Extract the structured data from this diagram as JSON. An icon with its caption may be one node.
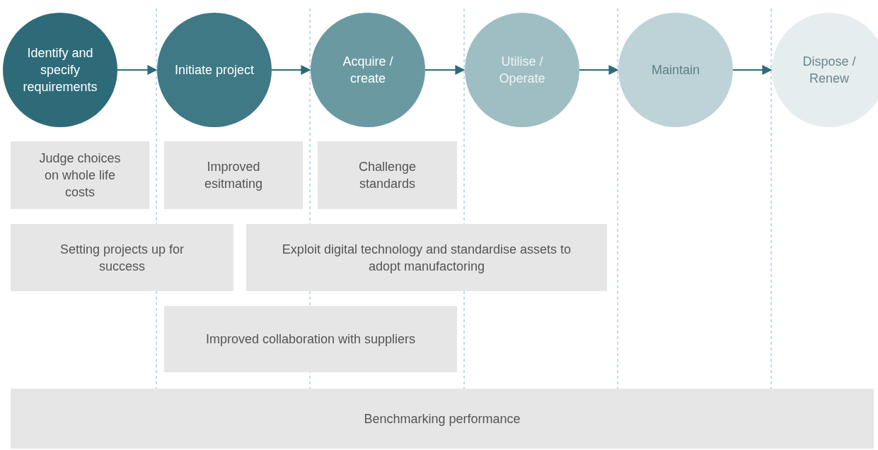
{
  "diagram": {
    "nodes": [
      {
        "text": [
          "Identify and specify requirements"
        ]
      },
      {
        "text": [
          "Initiate project"
        ]
      },
      {
        "text": [
          "Acquire / create"
        ]
      },
      {
        "text": [
          "Utilise / Operate"
        ]
      },
      {
        "text": [
          "Maintain"
        ]
      },
      {
        "text": [
          "Dispose / Renew"
        ]
      },
      {
        "text": [
          "Judge choices on whole life costs"
        ]
      },
      {
        "text": [
          "Improved esitmating"
        ]
      },
      {
        "text": [
          "Challenge standards"
        ]
      },
      {
        "text": [
          "Setting projects up for success"
        ]
      },
      {
        "text": [
          "Exploit digital technology and standardise assets to adopt manufactoring"
        ]
      },
      {
        "text": [
          "Improved collaboration with suppliers"
        ]
      },
      {
        "text": [
          "Benchmarking performance"
        ]
      }
    ],
    "edges": [
      {
        "from": 0,
        "to": 1,
        "arrow": "to"
      },
      {
        "from": 1,
        "to": 2,
        "arrow": "to"
      },
      {
        "from": 2,
        "to": 3,
        "arrow": "to"
      },
      {
        "from": 3,
        "to": 4,
        "arrow": "to"
      },
      {
        "from": 4,
        "to": 5,
        "arrow": "to"
      }
    ]
  }
}
